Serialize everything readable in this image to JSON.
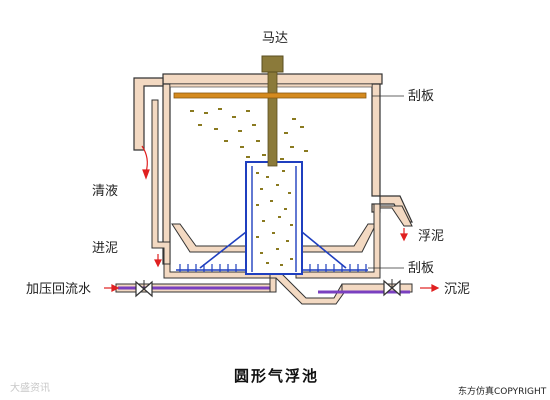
{
  "labels": {
    "motor": "马达",
    "scraper_top": "刮板",
    "clear_liquid": "清液",
    "float_sludge": "浮泥",
    "inlet_sludge": "进泥",
    "scraper_bottom": "刮板",
    "pressurized_return": "加压回流水",
    "settled_sludge": "沉泥"
  },
  "caption": {
    "title": "圆形气浮池",
    "credit": "东方仿真COPYRIGHT",
    "watermark": "大盛资讯"
  },
  "colors": {
    "tank_wall": "#f3d9c2",
    "outline": "#333333",
    "motor": "#8b7a3a",
    "scraper": "#d58a1e",
    "inner_pipe": "#1f3fbf",
    "bubbles": "#8a7a20",
    "sludge_line": "#7a40c0",
    "arrow": "#e02020"
  }
}
